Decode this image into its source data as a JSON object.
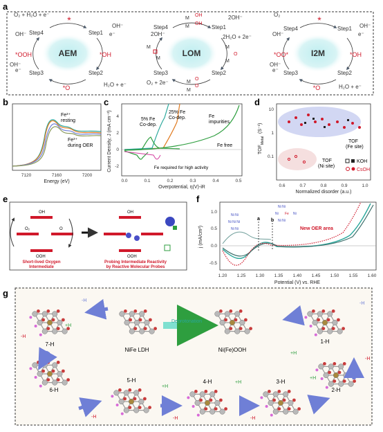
{
  "panels": {
    "a": {
      "label": "a",
      "cycles": [
        {
          "name": "AEM",
          "corners": [
            "O₂ + H₂O + e⁻",
            "OH⁻",
            "OH⁻",
            "e⁻"
          ],
          "steps": [
            "Step4",
            "Step1",
            "Step3",
            "Step2"
          ],
          "intermediates": [
            "*",
            "*OOH",
            "*OH",
            "*O"
          ],
          "extra": [
            "OH⁻",
            "e⁻",
            "H₂O + e⁻"
          ]
        },
        {
          "name": "LOM",
          "corners": [
            "2OH⁻",
            "2OH⁻",
            "O₂ + 2e⁻",
            "2H₂O + 2e⁻"
          ],
          "steps": [
            "Step4",
            "Step1",
            "Step3",
            "Step2"
          ]
        },
        {
          "name": "I2M",
          "corners": [
            "O₂",
            "OH⁻",
            "OH⁻",
            "e⁻"
          ],
          "steps": [
            "Step4",
            "Step1",
            "Step3",
            "Step2"
          ],
          "intermediates": [
            "*",
            "*OO*",
            "*OH",
            "*O"
          ],
          "extra": [
            "OH⁻",
            "e⁻",
            "H₂O + e⁻"
          ]
        }
      ]
    },
    "b": {
      "label": "b",
      "xlabel": "Energy (eV)",
      "xticks": [
        "7120",
        "7160",
        "7200"
      ],
      "ann1": "Fe³⁺",
      "ann1b": "resting",
      "ann2": "Fe³⁺",
      "ann2b": "during OER"
    },
    "c": {
      "label": "c",
      "ylabel": "Current Density, J (mA cm⁻²)",
      "xlabel": "Overpotential, η(V)-iR",
      "xticks": [
        "0.0",
        "0.1",
        "0.2",
        "0.3",
        "0.4",
        "0.5"
      ],
      "yticks": [
        "4",
        "2",
        "0",
        "-2"
      ],
      "ann": [
        "5% Fe",
        "Co-dep.",
        "25% Fe",
        "Co-dep.",
        "Fe",
        "impurities",
        "Fe free",
        "Fe required for high activity"
      ]
    },
    "d": {
      "label": "d",
      "ylabel": "TOF",
      "ylabel_sub": "Metal",
      "ylabel_unit": "(S⁻¹)",
      "xlabel": "Normalized disorder (a.u.)",
      "xticks": [
        "0.6",
        "0.7",
        "0.8",
        "0.9",
        "1.0"
      ],
      "yticks": [
        "10",
        "1",
        "0.1"
      ],
      "tof_fe": "TOF",
      "tof_fe_b": "(Fe site)",
      "tof_ni": "TOF",
      "tof_ni_b": "(Ni site)",
      "legend": [
        "KOH",
        "CsOH"
      ]
    },
    "e": {
      "label": "e",
      "cap1": "Short-lived Oxygen",
      "cap1b": "Intermediate",
      "cap2": "Probing Intermediate Reactivity",
      "cap2b": "by Reactive Molecular Probes"
    },
    "f": {
      "label": "f",
      "ylabel": "j (mA/cm²)",
      "xlabel": "Potential (V) vs. RHE",
      "xticks": [
        "1.20",
        "1.25",
        "1.30",
        "1.35",
        "1.40",
        "1.45",
        "1.50",
        "1.55",
        "1.60"
      ],
      "yticks": [
        "1.0",
        "0.5",
        "0.0",
        "-0.5"
      ],
      "ann": "New OER area",
      "marks": [
        "a",
        "b"
      ]
    },
    "g": {
      "label": "g",
      "center1": "NiFe LDH",
      "center2": "Ni(Fe)OOH",
      "arrow": "Deprotonation",
      "states": [
        "7-H",
        "6-H",
        "5-H",
        "4-H",
        "3-H",
        "2-H",
        "1-H"
      ],
      "h": "-H",
      "plus_h": "+H",
      "side": "-H"
    }
  },
  "colors": {
    "red": "#d0182a",
    "teal": "#2aa79b",
    "purple": "#7b5fb0",
    "orange": "#e07a1f",
    "green": "#2e9e3f",
    "blue": "#6f7fd6"
  }
}
